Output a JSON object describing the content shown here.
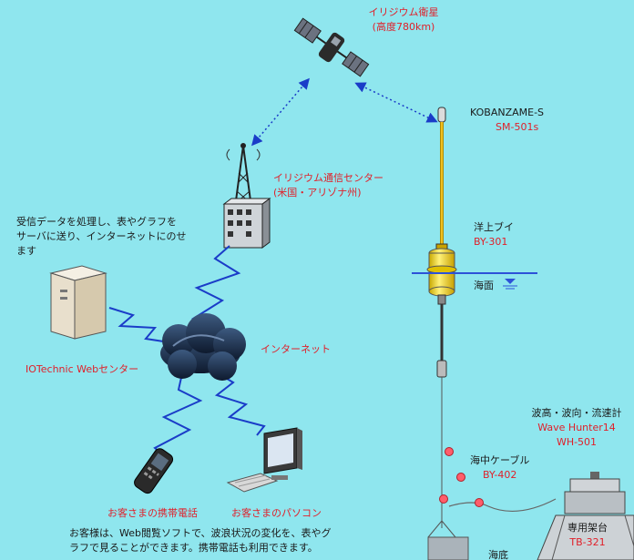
{
  "satellite": {
    "name": "イリジウム衛星",
    "altitude": "(高度780km)"
  },
  "iridium_center": {
    "name": "イリジウム通信センター",
    "location": "(米国・アリゾナ州)"
  },
  "process_note": {
    "line1": "受信データを処理し、表やグラフを",
    "line2": "サーバに送り、インターネットにのせ",
    "line3": "ます"
  },
  "web_center": "IOTechnic Webセンター",
  "internet": "インターネット",
  "customer_phone": "お客さまの携帯電話",
  "customer_pc": "お客さまのパソコン",
  "bottom_note": {
    "line1": "お客様は、Web閲覧ソフトで、波浪状況の変化を、表やグ",
    "line2": "ラフで見ることができます。携帯電話も利用できます。"
  },
  "antenna": {
    "name": "KOBANZAME-S",
    "model": "SM-501s"
  },
  "buoy": {
    "name": "洋上ブイ",
    "model": "BY-301"
  },
  "sea_surface": "海面",
  "cable": {
    "name": "海中ケーブル",
    "model": "BY-402"
  },
  "sensor": {
    "name": "波高・波向・流速計",
    "product": "Wave Hunter14",
    "model": "WH-501"
  },
  "mount": {
    "name": "専用架台",
    "model": "TB-321"
  },
  "seabed": "海底",
  "colors": {
    "background": "#8fe6ee",
    "label_red": "#e0202a",
    "link_blue": "#1a3cc8",
    "buoy_yellow": "#f2d21a",
    "water_line": "#2d52d8"
  }
}
